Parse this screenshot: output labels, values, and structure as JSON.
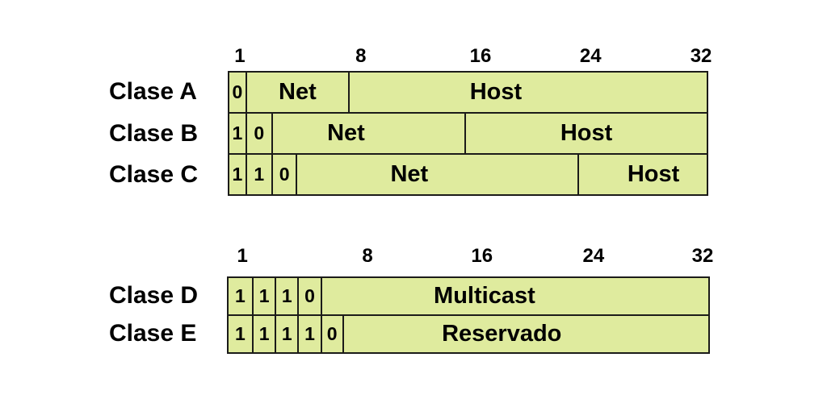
{
  "colors": {
    "fill": "#dfeb9e",
    "border": "#1b1b19",
    "text": "#000000",
    "bg": "#ffffff"
  },
  "top_section": {
    "ruler": [
      "1",
      "8",
      "16",
      "24",
      "32"
    ],
    "rows": [
      {
        "label": "Clase A",
        "cells": [
          "0",
          "Net",
          "Host"
        ]
      },
      {
        "label": "Clase B",
        "cells": [
          "1",
          "0",
          "Net",
          "Host"
        ]
      },
      {
        "label": "Clase C",
        "cells": [
          "1",
          "1",
          "0",
          "Net",
          "Host"
        ]
      }
    ]
  },
  "bottom_section": {
    "ruler": [
      "1",
      "8",
      "16",
      "24",
      "32"
    ],
    "rows": [
      {
        "label": "Clase D",
        "cells": [
          "1",
          "1",
          "1",
          "0",
          "Multicast"
        ]
      },
      {
        "label": "Clase E",
        "cells": [
          "1",
          "1",
          "1",
          "1",
          "0",
          "Reservado"
        ]
      }
    ]
  }
}
